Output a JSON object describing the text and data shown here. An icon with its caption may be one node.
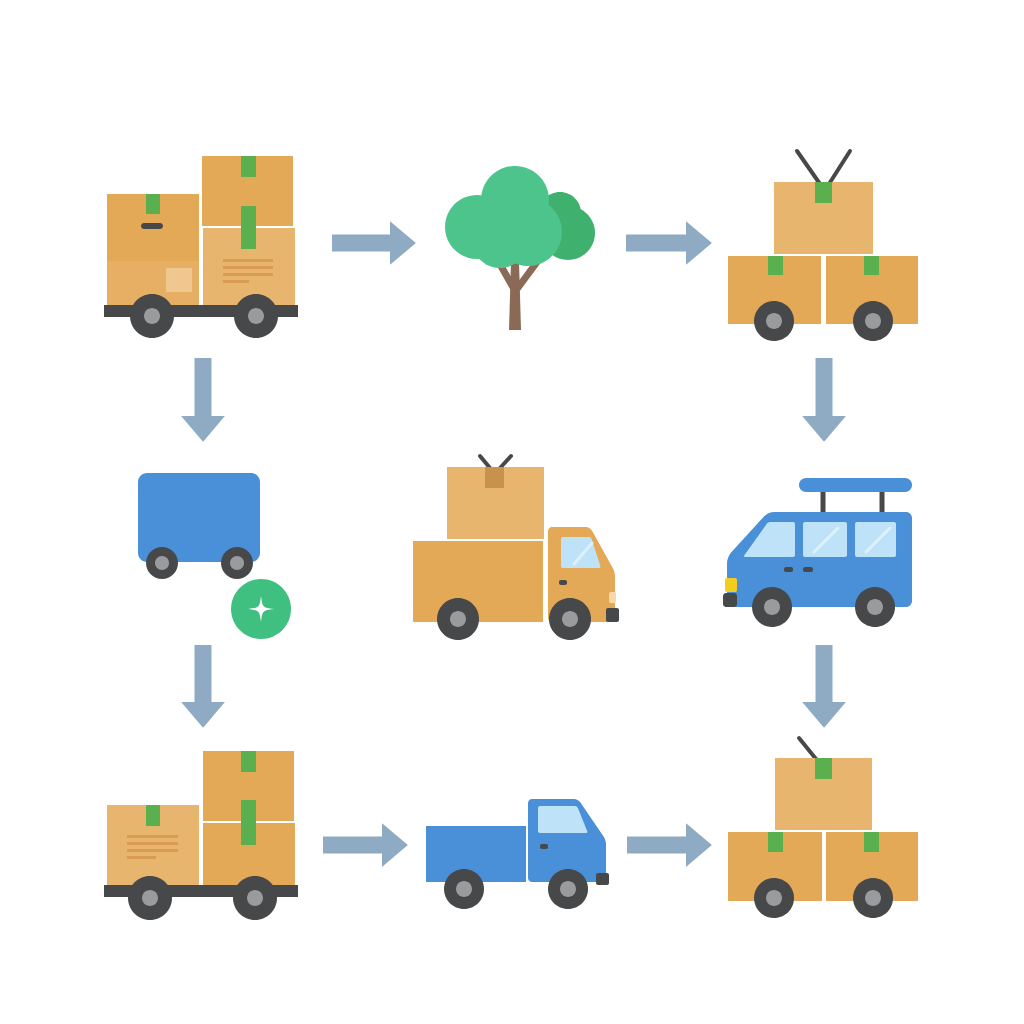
{
  "diagram": {
    "nodes": [
      {
        "text": [],
        "shape": "picture"
      },
      {
        "text": [],
        "shape": "picture"
      },
      {
        "text": [],
        "shape": "picture"
      },
      {
        "text": [],
        "shape": "picture"
      },
      {
        "text": [],
        "shape": "picture"
      },
      {
        "text": [],
        "shape": "picture"
      },
      {
        "text": [],
        "shape": "picture"
      },
      {
        "text": [],
        "shape": "picture"
      },
      {
        "text": [],
        "shape": "picture"
      }
    ],
    "edges": [
      {
        "from": 0,
        "to": 1,
        "arrow": "to"
      },
      {
        "from": 1,
        "to": 2,
        "arrow": "to"
      },
      {
        "from": 0,
        "to": 3,
        "arrow": "to"
      },
      {
        "from": 2,
        "to": 5,
        "arrow": "to"
      },
      {
        "from": 3,
        "to": 6,
        "arrow": "to"
      },
      {
        "from": 5,
        "to": 8,
        "arrow": "to"
      },
      {
        "from": 6,
        "to": 7,
        "arrow": "to"
      },
      {
        "from": 7,
        "to": 8,
        "arrow": "to"
      }
    ]
  }
}
